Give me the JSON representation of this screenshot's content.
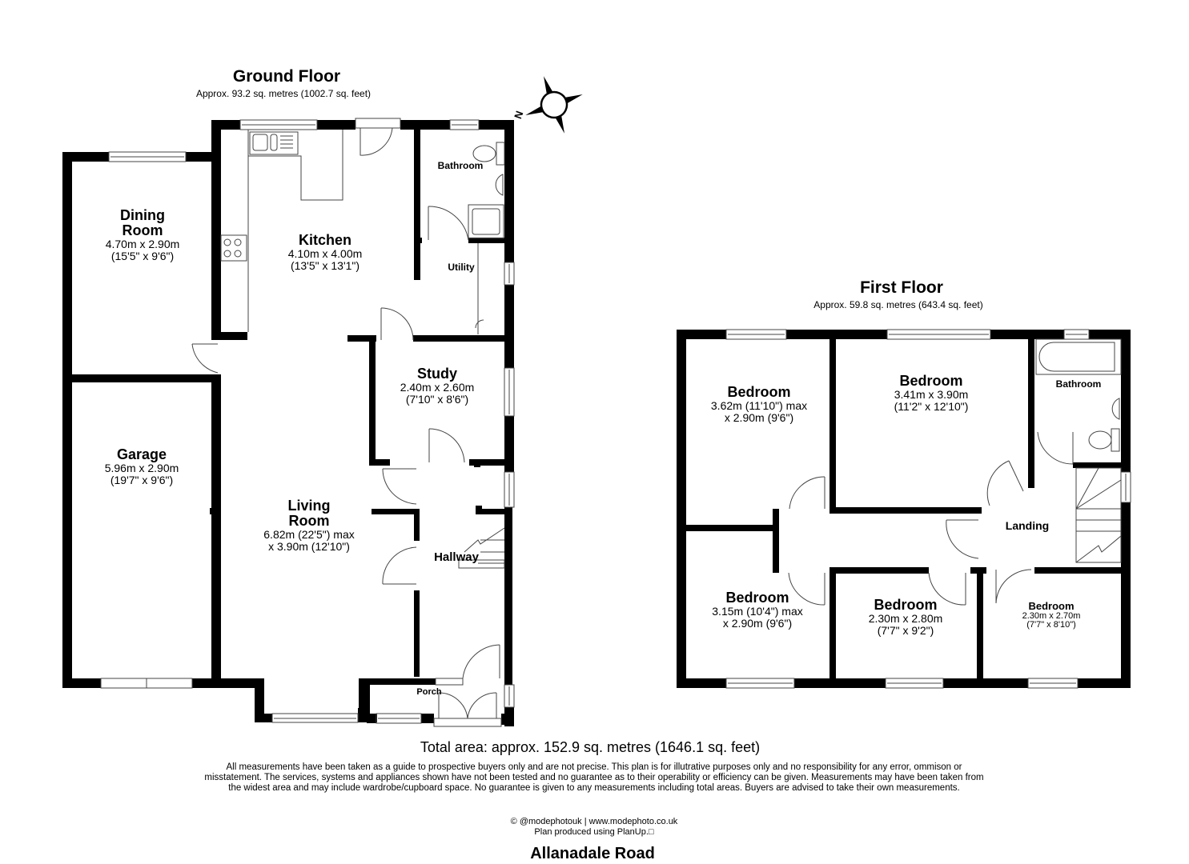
{
  "ground_floor": {
    "title": "Ground Floor",
    "area": "Approx. 93.2 sq. metres (1002.7 sq. feet)",
    "rooms": {
      "dining": {
        "name_line1": "Dining",
        "name_line2": "Room",
        "dim_m": "4.70m x 2.90m",
        "dim_ft": "(15'5\" x 9'6\")"
      },
      "kitchen": {
        "name": "Kitchen",
        "dim_m": "4.10m x 4.00m",
        "dim_ft": "(13'5\" x 13'1\")"
      },
      "bathroom": {
        "name": "Bathroom"
      },
      "utility": {
        "name": "Utility"
      },
      "study": {
        "name": "Study",
        "dim_m": "2.40m x 2.60m",
        "dim_ft": "(7'10\" x 8'6\")"
      },
      "garage": {
        "name": "Garage",
        "dim_m": "5.96m x 2.90m",
        "dim_ft": "(19'7\" x 9'6\")"
      },
      "living": {
        "name_line1": "Living",
        "name_line2": "Room",
        "dim_line1": "6.82m (22'5\") max",
        "dim_line2": "x 3.90m (12'10\")"
      },
      "hallway": {
        "name": "Hallway"
      },
      "porch": {
        "name": "Porch"
      }
    }
  },
  "first_floor": {
    "title": "First Floor",
    "area": "Approx. 59.8 sq. metres (643.4 sq. feet)",
    "rooms": {
      "bedroom1": {
        "name": "Bedroom",
        "dim_line1": "3.62m (11'10\") max",
        "dim_line2": "x 2.90m (9'6\")"
      },
      "bedroom2": {
        "name": "Bedroom",
        "dim_m": "3.41m x 3.90m",
        "dim_ft": "(11'2\" x 12'10\")"
      },
      "bathroom": {
        "name": "Bathroom"
      },
      "landing": {
        "name": "Landing"
      },
      "bedroom3": {
        "name": "Bedroom",
        "dim_line1": "3.15m (10'4\") max",
        "dim_line2": "x 2.90m (9'6\")"
      },
      "bedroom4": {
        "name": "Bedroom",
        "dim_m": "2.30m x 2.80m",
        "dim_ft": "(7'7\" x 9'2\")"
      },
      "bedroom5": {
        "name": "Bedroom",
        "dim_m": "2.30m x 2.70m",
        "dim_ft": "(7'7\" x 8'10\")"
      }
    }
  },
  "compass": {
    "label": "N",
    "icon": "compass-icon"
  },
  "footer": {
    "total_area": "Total area: approx. 152.9 sq. metres (1646.1 sq. feet)",
    "disclaimer": "All measurements have been taken as a guide to prospective buyers only and are not precise. This plan is for illutrative purposes only and no responsibility for any error, ommison or misstatement. The services, systems and appliances shown have not been tested and no guarantee as to their operability or efficiency can be given. Measurements may have been taken from the widest area and may include wardrobe/cupboard space. No guarantee is given to any measurements including total areas. Buyers are advised to take their own measurements.",
    "credit_line1": "© @modephotouk | www.modephoto.co.uk",
    "credit_line2": "Plan produced using PlanUp.□",
    "property_name": "Allanadale Road"
  },
  "colors": {
    "wall": "#000000",
    "background": "#ffffff",
    "fixture_line": "#555555"
  }
}
